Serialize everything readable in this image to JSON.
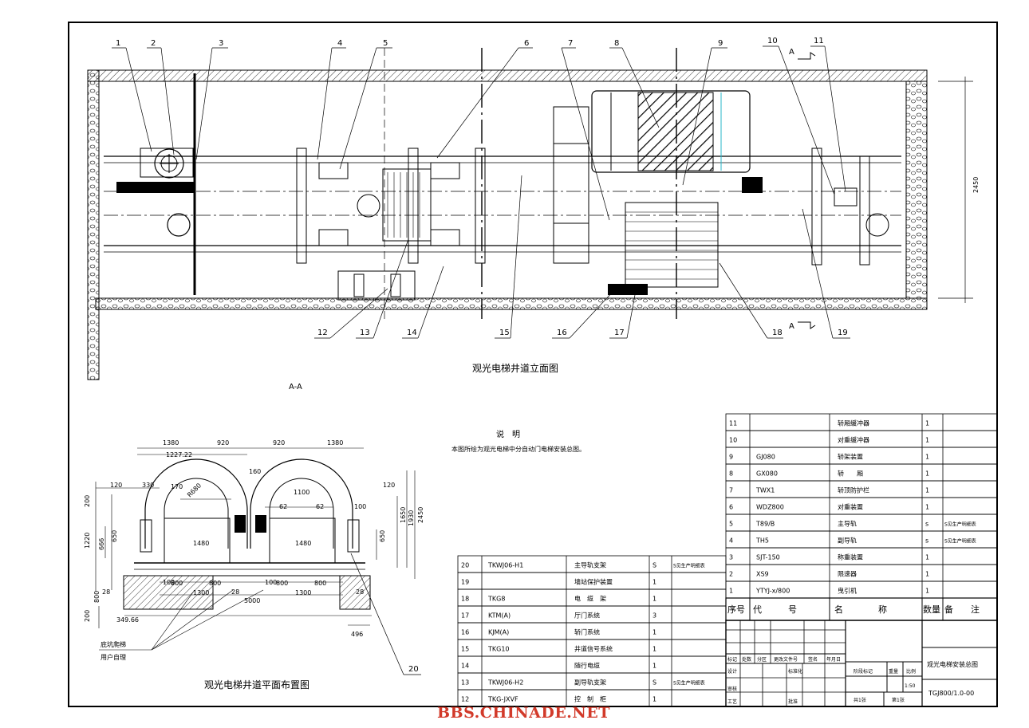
{
  "drawing": {
    "elevation_title": "观光电梯井道立面图",
    "section_label": "A-A",
    "plan_title": "观光电梯井道平面布置图",
    "section_marks": [
      "A",
      "A"
    ],
    "notes_heading": "说　明",
    "notes_text": "本图所绘为观光电梯中分自动门电梯安装总图。",
    "overall_height": "2450",
    "plan_dims": {
      "top": [
        "1380",
        "920",
        "920",
        "1380"
      ],
      "misc": [
        "1227.22",
        "120",
        "330",
        "200",
        "170",
        "R680",
        "160",
        "1100",
        "62",
        "62",
        "100",
        "120",
        "1650",
        "1930",
        "2450",
        "650",
        "666",
        "1220",
        "1480",
        "1480",
        "650",
        "800",
        "800",
        "800",
        "800",
        "1300",
        "1300",
        "5000",
        "349.66",
        "496",
        "28",
        "28",
        "28",
        "200",
        "800",
        "100",
        "100"
      ],
      "floor_labels": [
        "底坑爬梯",
        "用户自理"
      ]
    }
  },
  "callouts": [
    "1",
    "2",
    "3",
    "4",
    "5",
    "6",
    "7",
    "8",
    "9",
    "10",
    "11",
    "12",
    "13",
    "14",
    "15",
    "16",
    "17",
    "18",
    "19",
    "20"
  ],
  "parts_upper": [
    {
      "no": "11",
      "code": "",
      "name": "轿厢缓冲器",
      "qty": "1",
      "remark": ""
    },
    {
      "no": "10",
      "code": "",
      "name": "对重缓冲器",
      "qty": "1",
      "remark": ""
    },
    {
      "no": "9",
      "code": "GJ080",
      "name": "轿架装置",
      "qty": "1",
      "remark": ""
    },
    {
      "no": "8",
      "code": "GX080",
      "name": "轿　　厢",
      "qty": "1",
      "remark": ""
    },
    {
      "no": "7",
      "code": "TWX1",
      "name": "轿顶防护栏",
      "qty": "1",
      "remark": ""
    },
    {
      "no": "6",
      "code": "WDZ800",
      "name": "对重装置",
      "qty": "1",
      "remark": ""
    },
    {
      "no": "5",
      "code": "T89/B",
      "name": "主导轨",
      "qty": "s",
      "remark": "S见生产明细表"
    },
    {
      "no": "4",
      "code": "TH5",
      "name": "副导轨",
      "qty": "s",
      "remark": "S见生产明细表"
    },
    {
      "no": "3",
      "code": "SJT-150",
      "name": "称重装置",
      "qty": "1",
      "remark": ""
    },
    {
      "no": "2",
      "code": "XS9",
      "name": "限速器",
      "qty": "1",
      "remark": ""
    },
    {
      "no": "1",
      "code": "YTYJ-x/800",
      "name": "曳引机",
      "qty": "1",
      "remark": ""
    }
  ],
  "parts_header": {
    "no": "序号",
    "code": "代　　　号",
    "name": "名　　　　称",
    "qty": "数量",
    "remark": "备　　注"
  },
  "parts_lower": [
    {
      "no": "20",
      "code": "TKWJ06-H1",
      "name": "主导轨支架",
      "qty": "S",
      "remark": "S见生产明细表"
    },
    {
      "no": "19",
      "code": "",
      "name": "墙站保护装置",
      "qty": "1",
      "remark": ""
    },
    {
      "no": "18",
      "code": "TKG8",
      "name": "电　缆　架",
      "qty": "1",
      "remark": ""
    },
    {
      "no": "17",
      "code": "KTM(A)",
      "name": "厅门系统",
      "qty": "3",
      "remark": ""
    },
    {
      "no": "16",
      "code": "KJM(A)",
      "name": "轿门系统",
      "qty": "1",
      "remark": ""
    },
    {
      "no": "15",
      "code": "TKG10",
      "name": "井道信号系统",
      "qty": "1",
      "remark": ""
    },
    {
      "no": "14",
      "code": "",
      "name": "随行电缆",
      "qty": "1",
      "remark": ""
    },
    {
      "no": "13",
      "code": "TKWJ06-H2",
      "name": "副导轨支架",
      "qty": "S",
      "remark": "S见生产明细表"
    },
    {
      "no": "12",
      "code": "TKG-JXVF",
      "name": "控　制　柜",
      "qty": "1",
      "remark": ""
    }
  ],
  "title_block": {
    "drawing_name": "观光电梯安装总图",
    "drawing_no": "TGJ800/1.0-00",
    "scale": "1:50",
    "sheet_total": "共1张",
    "sheet_no": "第1张",
    "rev_headers": [
      "标记",
      "处数",
      "分区",
      "更改文件号",
      "签名",
      "年月日"
    ],
    "role_labels": [
      "设计",
      "标准化",
      "审核",
      "工艺",
      "批准"
    ],
    "stage_headers": [
      "阶段标记",
      "重量",
      "比例"
    ]
  },
  "watermark": "BBS.CHINADE.NET"
}
